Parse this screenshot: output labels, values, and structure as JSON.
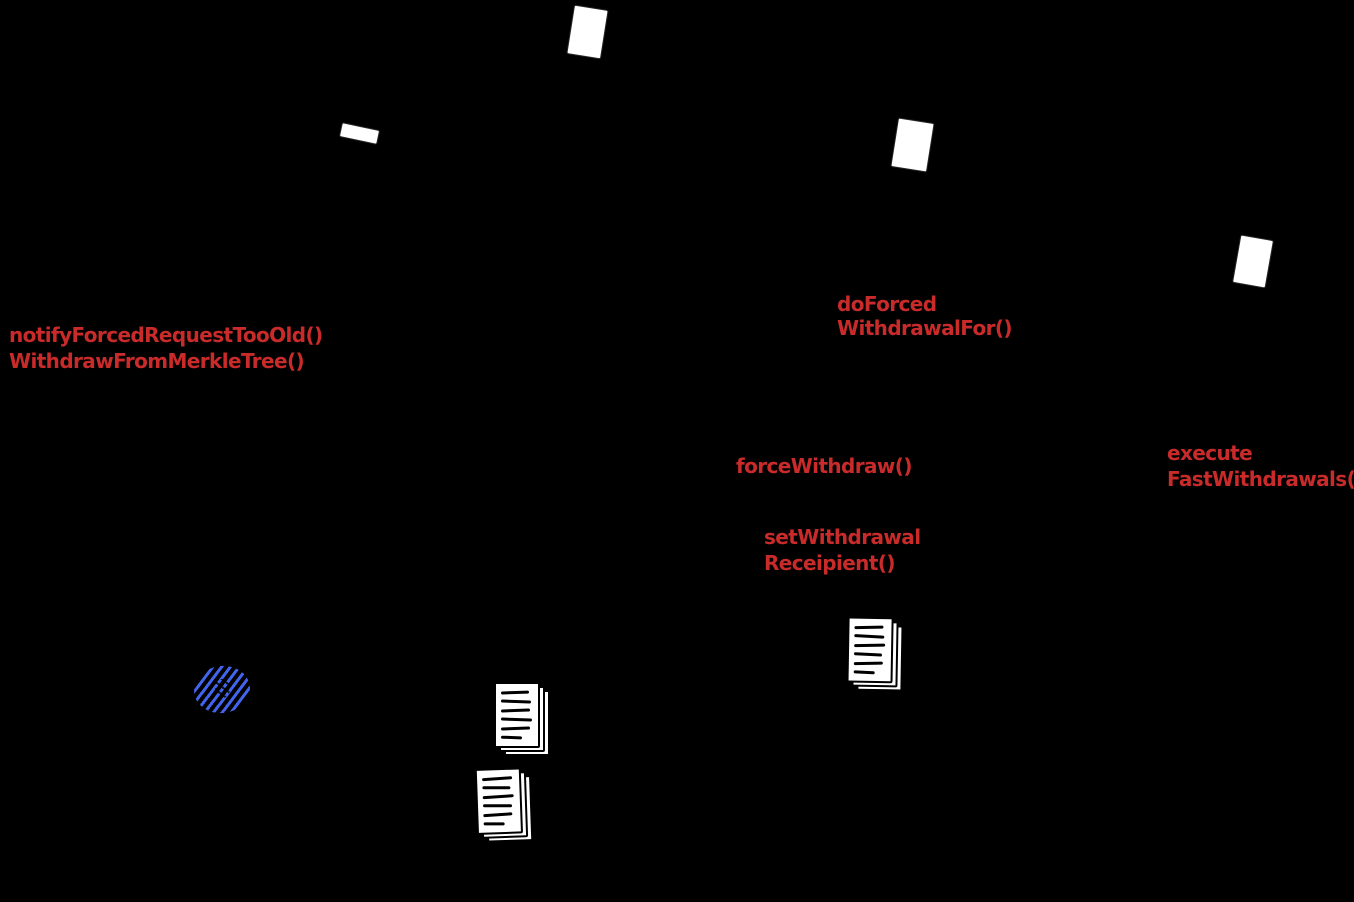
{
  "diagram": {
    "labels": {
      "notify_forced": {
        "line1": "notifyForcedRequestTooOld()",
        "line2": "WithdrawFromMerkleTree()"
      },
      "do_forced_withdrawal": {
        "line1": "doForced",
        "line2": "WithdrawalFor()"
      },
      "force_withdraw": {
        "line1": "forceWithdraw()"
      },
      "set_withdrawal_recipient": {
        "line1": "setWithdrawal",
        "line2": "Receipient()"
      },
      "execute_fast_withdrawals": {
        "line1": "execute",
        "line2": "FastWithdrawals()"
      }
    },
    "icons": {
      "blank_page_top": "blank-page-icon",
      "paper_strip": "paper-strip-icon",
      "blank_page_mid_right": "blank-page-icon",
      "blank_page_far_right": "blank-page-icon",
      "documents_stack_left_upper": "documents-stack-icon",
      "documents_stack_left_lower": "documents-stack-icon",
      "documents_stack_right": "documents-stack-icon",
      "scribble_ellipse": "scribble-ellipse-icon"
    },
    "colors": {
      "canvas_black": "#000000",
      "label_red": "#c92a2a",
      "ellipse_blue": "#4263eb",
      "paper_white": "#ffffff",
      "ink_black": "#000000"
    }
  }
}
